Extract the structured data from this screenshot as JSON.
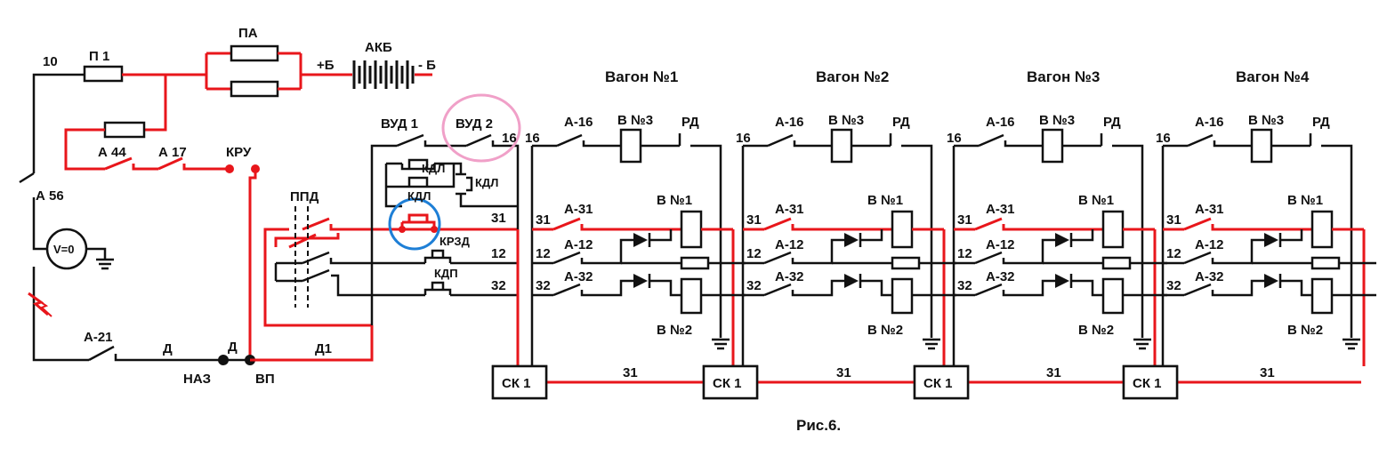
{
  "figure_caption": "Рис.6.",
  "power": {
    "wire_10": "10",
    "fuse_p1": "П 1",
    "fuse_pa": "ПА",
    "battery": "АКБ",
    "plus_b": "+Б",
    "minus_b": "- Б",
    "switch_a56": "А 56",
    "voltmeter": "V=0",
    "switch_a44": "А 44",
    "switch_a17": "А 17",
    "kru": "КРУ",
    "switch_a21": "А-21",
    "wire_d": "Д",
    "wire_d_2": "Д",
    "wire_d1": "Д1",
    "naz": "НАЗ",
    "vp": "ВП",
    "ppd": "ППД"
  },
  "control": {
    "vud1": "ВУД 1",
    "vud2": "ВУД 2",
    "wire_16": "16",
    "kdl_1": "КДЛ",
    "kdl_2": "КДЛ",
    "kdl_3": "КДЛ",
    "krzd": "КРЗД",
    "kdp": "КДП",
    "wire_31": "31",
    "wire_12": "12",
    "wire_32": "32"
  },
  "cars": [
    {
      "title": "Вагон №1",
      "a16": "А-16",
      "v3": "В №3",
      "rd": "РД",
      "w16": "16",
      "w31": "31",
      "a31": "А-31",
      "w12": "12",
      "a12": "А-12",
      "w32": "32",
      "a32": "А-32",
      "v1": "В №1",
      "v2": "В №2",
      "sk": "СК 1",
      "bus": "31"
    },
    {
      "title": "Вагон №2",
      "a16": "А-16",
      "v3": "В №3",
      "rd": "РД",
      "w16": "16",
      "w31": "31",
      "a31": "А-31",
      "w12": "12",
      "a12": "А-12",
      "w32": "32",
      "a32": "А-32",
      "v1": "В №1",
      "v2": "В №2",
      "sk": "СК 1",
      "bus": "31"
    },
    {
      "title": "Вагон №3",
      "a16": "А-16",
      "v3": "В №3",
      "rd": "РД",
      "w16": "16",
      "w31": "31",
      "a31": "А-31",
      "w12": "12",
      "a12": "А-12",
      "w32": "32",
      "a32": "А-32",
      "v1": "В №1",
      "v2": "В №2",
      "sk": "СК 1",
      "bus": "31"
    },
    {
      "title": "Вагон №4",
      "a16": "А-16",
      "v3": "В №3",
      "rd": "РД",
      "w16": "16",
      "w31": "31",
      "a31": "А-31",
      "w12": "12",
      "a12": "А-12",
      "w32": "32",
      "a32": "А-32",
      "v1": "В №1",
      "v2": "В №2",
      "sk": "СК 1",
      "bus": "31"
    }
  ],
  "colors": {
    "active_wire": "#e8161b",
    "wire": "#111111",
    "highlight_vud2": "#f0a0c8",
    "highlight_kdl": "#1e7fd6"
  }
}
